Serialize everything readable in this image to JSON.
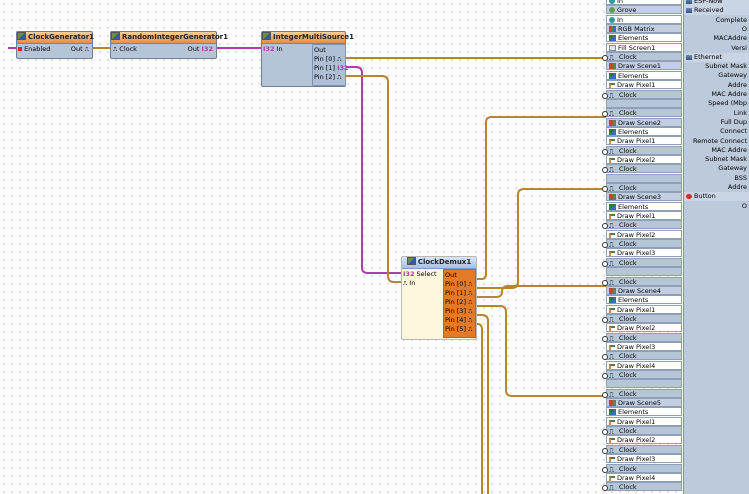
{
  "components": {
    "clock_generator": {
      "title": "ClockGenerator1",
      "pin_in": "Enabled",
      "pin_out": "Out"
    },
    "random_integer": {
      "title": "RandomIntegerGenerator1",
      "pin_in": "Clock",
      "pin_out": "Out"
    },
    "integer_multi_source": {
      "title": "IntegerMultiSource1",
      "pin_in": "In",
      "out_header": "Out",
      "pins": [
        "Pin [0]",
        "Pin [1]",
        "Pin [2]"
      ]
    },
    "clock_demux": {
      "title": "ClockDemux1",
      "pin_select": "Select",
      "pin_in": "In",
      "out_header": "Out",
      "pins": [
        "Pin [0]",
        "Pin [1]",
        "Pin [2]",
        "Pin [3]",
        "Pin [4]",
        "Pin [5]"
      ]
    },
    "type_tag": "I32"
  },
  "channels": [
    {
      "text": "In",
      "icon": "in"
    },
    {
      "text": "Grove",
      "icon": "grove"
    },
    {
      "text": "In",
      "icon": "in"
    },
    {
      "text": "RGB Matrix",
      "icon": "matrix"
    },
    {
      "text": "Elements",
      "icon": "elements"
    },
    {
      "text": "Fill Screen1",
      "icon": "fill"
    },
    {
      "text": "Clock",
      "icon": "clock"
    },
    {
      "text": "Draw Scene1",
      "icon": "scene"
    },
    {
      "text": "Elements",
      "icon": "elements"
    },
    {
      "text": "Draw Pixel1",
      "icon": "pixel"
    },
    {
      "text": "Clock",
      "icon": "clock"
    },
    {
      "text": "",
      "icon": "gap"
    },
    {
      "text": "Clock",
      "icon": "clock"
    },
    {
      "text": "Draw Scene2",
      "icon": "scene"
    },
    {
      "text": "Elements",
      "icon": "elements"
    },
    {
      "text": "Draw Pixel1",
      "icon": "pixel"
    },
    {
      "text": "Clock",
      "icon": "clock"
    },
    {
      "text": "Draw Pixel2",
      "icon": "pixel"
    },
    {
      "text": "Clock",
      "icon": "clock"
    },
    {
      "text": "",
      "icon": "gap"
    },
    {
      "text": "Clock",
      "icon": "clock"
    },
    {
      "text": "Draw Scene3",
      "icon": "scene"
    },
    {
      "text": "Elements",
      "icon": "elements"
    },
    {
      "text": "Draw Pixel1",
      "icon": "pixel"
    },
    {
      "text": "Clock",
      "icon": "clock"
    },
    {
      "text": "Draw Pixel2",
      "icon": "pixel"
    },
    {
      "text": "Clock",
      "icon": "clock"
    },
    {
      "text": "Draw Pixel3",
      "icon": "pixel"
    },
    {
      "text": "Clock",
      "icon": "clock"
    },
    {
      "text": "",
      "icon": "gap"
    },
    {
      "text": "Clock",
      "icon": "clock"
    },
    {
      "text": "Draw Scene4",
      "icon": "scene"
    },
    {
      "text": "Elements",
      "icon": "elements"
    },
    {
      "text": "Draw Pixel1",
      "icon": "pixel"
    },
    {
      "text": "Clock",
      "icon": "clock"
    },
    {
      "text": "Draw Pixel2",
      "icon": "pixel"
    },
    {
      "text": "Clock",
      "icon": "clock"
    },
    {
      "text": "Draw Pixel3",
      "icon": "pixel"
    },
    {
      "text": "Clock",
      "icon": "clock"
    },
    {
      "text": "Draw Pixel4",
      "icon": "pixel"
    },
    {
      "text": "Clock",
      "icon": "clock"
    },
    {
      "text": "",
      "icon": "gap"
    },
    {
      "text": "Clock",
      "icon": "clock"
    },
    {
      "text": "Draw Scene5",
      "icon": "scene"
    },
    {
      "text": "Elements",
      "icon": "elements"
    },
    {
      "text": "Draw Pixel1",
      "icon": "pixel"
    },
    {
      "text": "Clock",
      "icon": "clock"
    },
    {
      "text": "Draw Pixel2",
      "icon": "pixel"
    },
    {
      "text": "Clock",
      "icon": "clock"
    },
    {
      "text": "Draw Pixel3",
      "icon": "pixel"
    },
    {
      "text": "Clock",
      "icon": "clock"
    },
    {
      "text": "Draw Pixel4",
      "icon": "pixel"
    },
    {
      "text": "Clock",
      "icon": "clock"
    }
  ],
  "right_panel": {
    "rows": [
      {
        "text": "ESP-Now",
        "kind": "hd"
      },
      {
        "text": "Received",
        "kind": "hd"
      },
      {
        "text": "Complete",
        "kind": "rt"
      },
      {
        "text": "O",
        "kind": "rt"
      },
      {
        "text": "MACAddre",
        "kind": "rt"
      },
      {
        "text": "Versi",
        "kind": "rt"
      },
      {
        "text": "Ethernet",
        "kind": "hd"
      },
      {
        "text": "Subnet Mask",
        "kind": "rt"
      },
      {
        "text": "Gateway",
        "kind": "rt"
      },
      {
        "text": "Addre",
        "kind": "rt"
      },
      {
        "text": "MAC Addre",
        "kind": "rt"
      },
      {
        "text": "Speed (Mbp",
        "kind": "rt"
      },
      {
        "text": "Link",
        "kind": "rt"
      },
      {
        "text": "Full Dup",
        "kind": "rt"
      },
      {
        "text": "Connect",
        "kind": "rt"
      },
      {
        "text": "Remote Connect",
        "kind": "rt"
      },
      {
        "text": "MAC Addre",
        "kind": "rt"
      },
      {
        "text": "Subnet Mask",
        "kind": "rt"
      },
      {
        "text": "Gateway",
        "kind": "rt"
      },
      {
        "text": "BSS",
        "kind": "rt"
      },
      {
        "text": "Addre",
        "kind": "rt"
      },
      {
        "text": "Button",
        "kind": "hd"
      },
      {
        "text": "O",
        "kind": "rt"
      }
    ]
  },
  "colors": {
    "clock_wire": "#b8862f",
    "integer_wire": "#b03cae",
    "title_orange": "#e98d43",
    "demux_out": "#e27a28"
  }
}
